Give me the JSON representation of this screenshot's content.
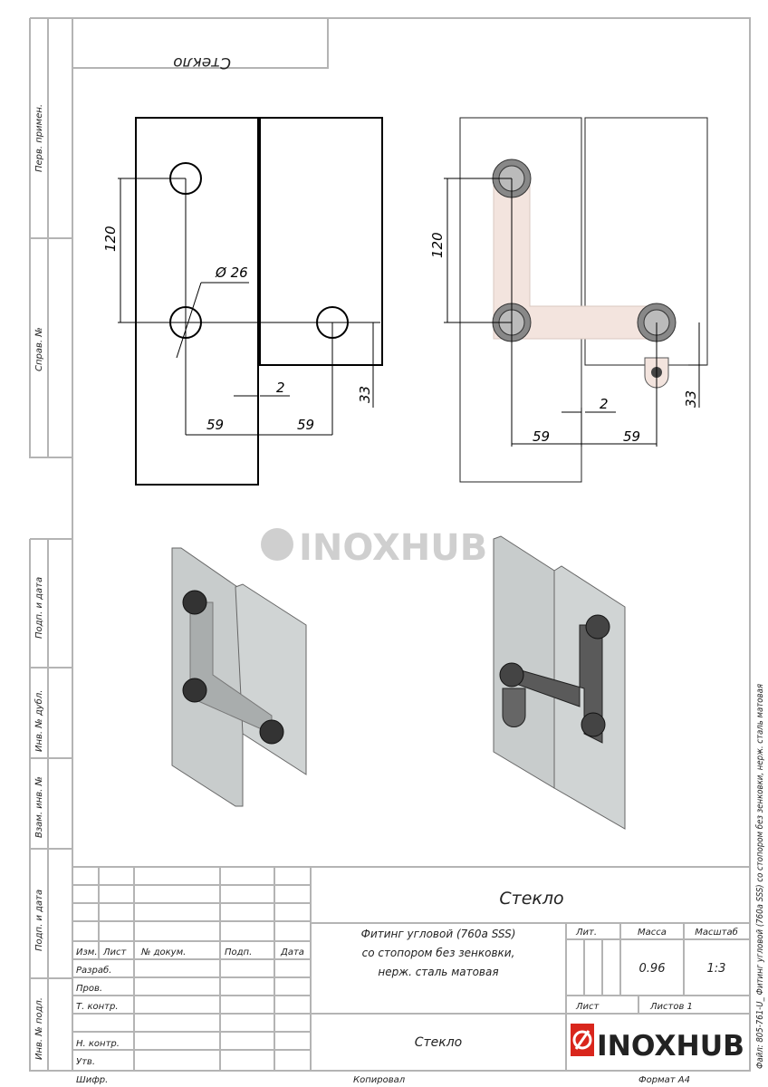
{
  "mirrored_label": "Стекло",
  "left_strip": {
    "perv_primen": "Перв. примен.",
    "sprav_no": "Справ. №",
    "podp_data_1": "Подп. и дата",
    "inv_dubl": "Инв. № дубл.",
    "vzam_inv": "Взам. инв. №",
    "podp_data_2": "Подп. и дата",
    "inv_podl": "Инв. № подл."
  },
  "dimensions": {
    "height": "120",
    "diameter": "Ø 26",
    "gap": "2",
    "offset_x": "59",
    "offset_y": "33"
  },
  "watermark": "INOXHUB",
  "title_block": {
    "headers": {
      "izm": "Изм.",
      "list": "Лист",
      "doc_no": "№ докум.",
      "podp": "Подп.",
      "data": "Дата"
    },
    "roles": {
      "razrab": "Разраб.",
      "prov": "Пров.",
      "t_kontr": "Т. контр.",
      "n_kontr": "Н. контр.",
      "utv": "Утв."
    },
    "designation": "Стекло",
    "name_lines": [
      "Фитинг угловой (760a SSS)",
      "со стопором без зенковки,",
      "нерж. сталь матовая"
    ],
    "lit_label": "Лит.",
    "mass_label": "Масса",
    "scale_label": "Масштаб",
    "mass": "0.96",
    "scale": "1:3",
    "sheet_label": "Лист",
    "sheets_label": "Листов 1",
    "material": "Стекло",
    "logo": "INOXHUB"
  },
  "footer": {
    "shifr": "Шифр.",
    "kopiroval": "Копировал",
    "format": "Формат А4"
  },
  "file_label": "Файл: 805-761-U_ Фитинг угловой (760a SSS) со стопором без зенковки, нерж. сталь матовая"
}
